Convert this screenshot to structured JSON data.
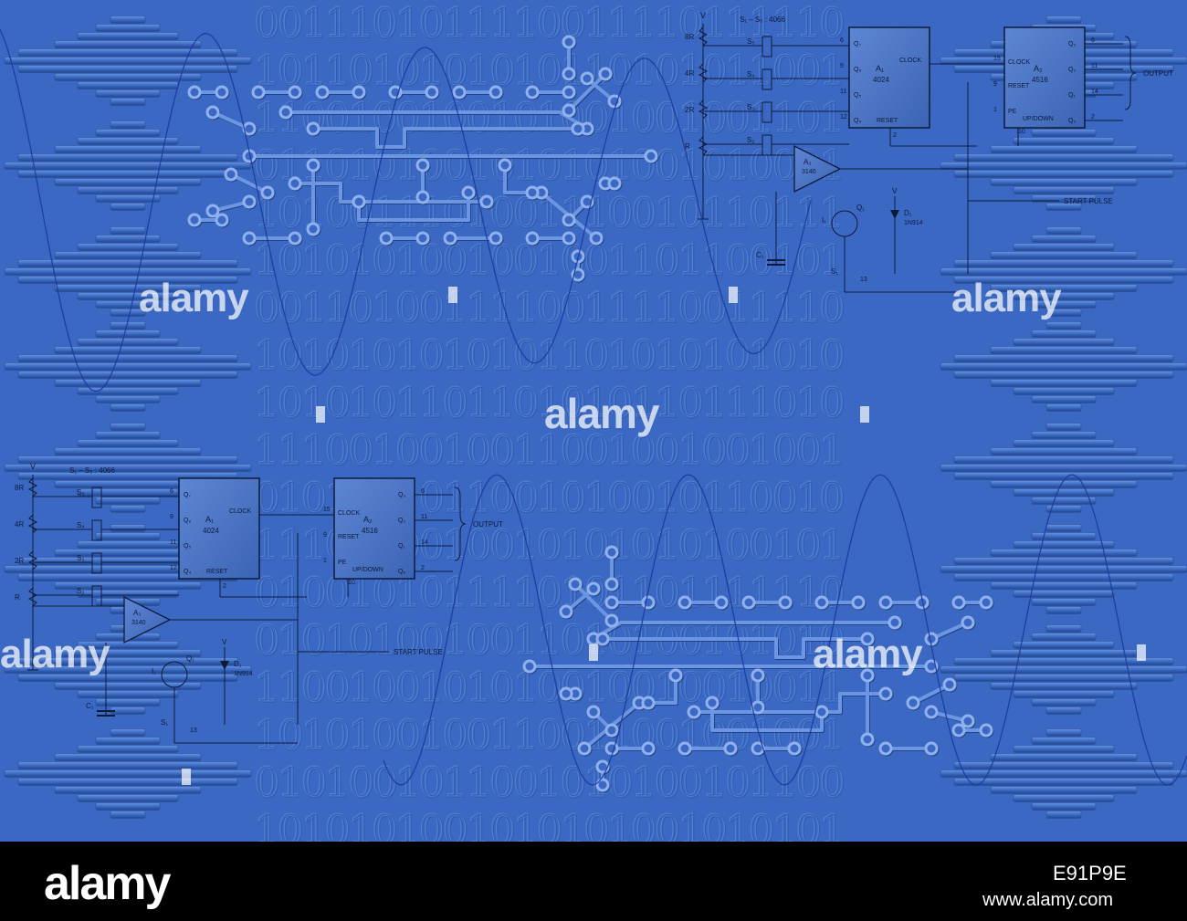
{
  "background": {
    "color": "#3a68c2",
    "footer_color": "#000000"
  },
  "binary_rows": [
    "0011101011110011110111110",
    "1011010101010110101011001",
    "1100100100101001001001101",
    "0110101001010101001010001",
    "1010011101001110010110111",
    "1010101001001001101100101",
    "0011010011110011110011110",
    "1010101010101101010101010",
    "1010101101101010110111010",
    "1110010010011001001001001",
    "0101001011001010010110010",
    "1110010010010101010100101",
    "0100101011110101101111110",
    "0101010010011010100101010",
    "1100100101010010010010011",
    "1010100100110011001001001",
    "0101001011001010100101100",
    "1010101001010101001010101"
  ],
  "schematic": {
    "supply": "V",
    "switch_part": "S₁ – S₅ : 4066",
    "resistors": [
      "8R",
      "4R",
      "2R",
      "R"
    ],
    "switches": [
      "S₅",
      "S₄",
      "S₃",
      "S₂"
    ],
    "counter_a1": {
      "name": "A₁",
      "part": "4024",
      "clock": "CLOCK",
      "reset": "RESET",
      "outputs": [
        "Q₇",
        "Q₆",
        "Q₅",
        "Q₄"
      ]
    },
    "counter_a2": {
      "name": "A₂",
      "part": "4516",
      "clock": "CLOCK",
      "reset": "RESET",
      "pe": "PE",
      "updown": "UP/DOWN",
      "outputs": [
        "Q₃",
        "Q₂",
        "Q₁",
        "Q₀"
      ]
    },
    "opamp": {
      "name": "A₃",
      "part": "3140"
    },
    "transistor": "Q₁",
    "diode": {
      "name": "D₁",
      "part": "1N914"
    },
    "current": "I₁",
    "capacitor": "C₁",
    "switch_s1": "S₁",
    "output_label": "OUTPUT",
    "start_pulse": "START PULSE",
    "pins_a1": [
      "6",
      "9",
      "11",
      "12"
    ],
    "pins_a2_in": [
      "15",
      "9",
      "1"
    ],
    "pins_a2_out": [
      "6",
      "11",
      "14",
      "2"
    ],
    "pin_2": "2",
    "pin_10": "10",
    "pin_13": "13"
  },
  "watermark": {
    "text": "alamy"
  },
  "footer": {
    "logo": "alamy",
    "image_id": "E91P9E",
    "url": "www.alamy.com"
  }
}
